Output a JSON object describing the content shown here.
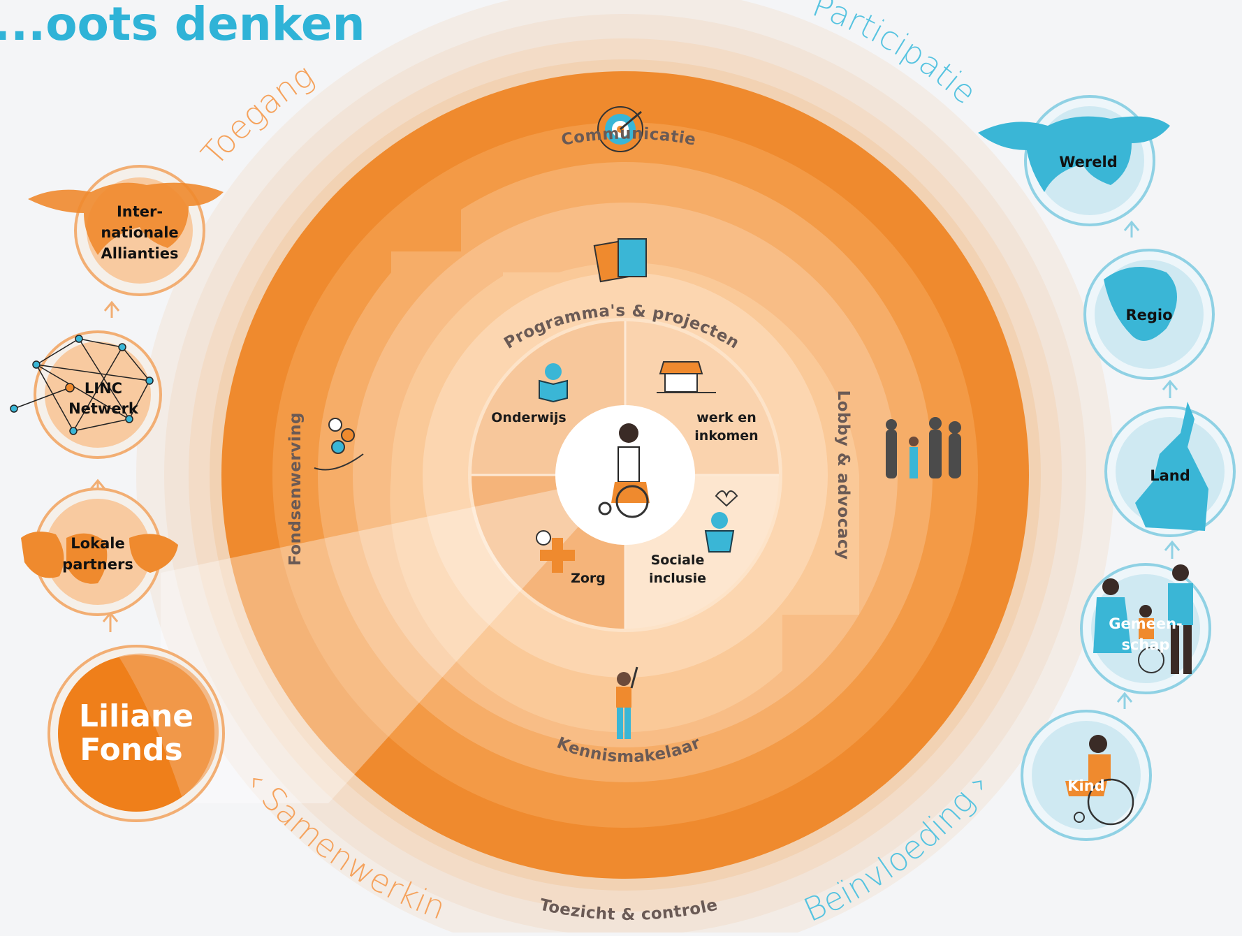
{
  "title": "...oots denken",
  "outer_arcs": {
    "toegang": "Toegang",
    "participatie": "Participatie",
    "samenwerking": "‹ Samenwerking",
    "beinvloeding": "Beïnvloeding ›"
  },
  "rings": {
    "communicatie": "Communicatie",
    "programmas": "Programma's & projecten",
    "fondsenwerving": "Fondsenwerving",
    "lobby": "Lobby & advocacy",
    "kennismakelaar": "Kennismakelaar",
    "toezicht": "Toezicht & controle"
  },
  "sectors": {
    "onderwijs": "Onderwijs",
    "werk_1": "werk en",
    "werk_2": "inkomen",
    "zorg": "Zorg",
    "sociale_1": "Sociale",
    "sociale_2": "inclusie"
  },
  "left_nodes": {
    "internationale_1": "Inter-",
    "internationale_2": "nationale",
    "internationale_3": "Allianties",
    "linc_1": "LINC",
    "linc_2": "Netwerk",
    "lokale_1": "Lokale",
    "lokale_2": "partners",
    "liliane_1": "Liliane",
    "liliane_2": "Fonds"
  },
  "right_nodes": {
    "wereld": "Wereld",
    "regio": "Regio",
    "land": "Land",
    "gemeenschap_1": "Gemeen-",
    "gemeenschap_2": "schap",
    "kind": "Kind"
  },
  "colors": {
    "orange": "#ef8a2e",
    "orange_dark": "#e9771a",
    "teal": "#3ab6d6",
    "light_blue": "#cfe9f2",
    "heading": "#2fb3d7"
  }
}
